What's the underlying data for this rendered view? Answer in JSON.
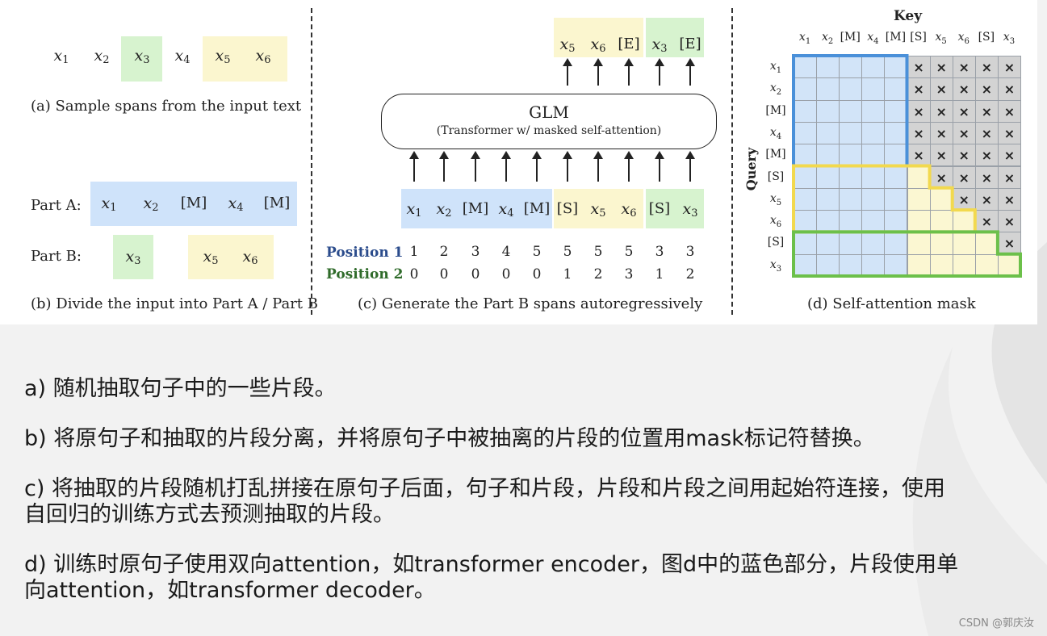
{
  "panel_a": {
    "tokens": [
      {
        "base": "x",
        "sub": "1",
        "hl": ""
      },
      {
        "base": "x",
        "sub": "2",
        "hl": ""
      },
      {
        "base": "x",
        "sub": "3",
        "hl": "green"
      },
      {
        "base": "x",
        "sub": "4",
        "hl": ""
      },
      {
        "base": "x",
        "sub": "5",
        "hl": "yellow"
      },
      {
        "base": "x",
        "sub": "6",
        "hl": "yellow"
      }
    ],
    "caption": "(a)  Sample spans from the input text"
  },
  "panel_b": {
    "part_a_label": "Part A:",
    "part_b_label": "Part B:",
    "part_a_tokens": [
      "x1",
      "x2",
      "[M]",
      "x4",
      "[M]"
    ],
    "part_b_tokens_green": [
      "x3"
    ],
    "part_b_tokens_yellow": [
      "x5",
      "x6"
    ],
    "caption": "(b)  Divide the input into Part A / Part B"
  },
  "panel_c": {
    "glm_title": "GLM",
    "glm_subtitle": "(Transformer w/ masked self-attention)",
    "output_tokens": [
      {
        "t": "x5",
        "hl": "yellow"
      },
      {
        "t": "x6",
        "hl": "yellow"
      },
      {
        "t": "[E]",
        "hl": "yellow"
      },
      {
        "t": "x3",
        "hl": "green"
      },
      {
        "t": "[E]",
        "hl": "green"
      }
    ],
    "input_tokens": [
      {
        "t": "x1",
        "hl": "blue"
      },
      {
        "t": "x2",
        "hl": "blue"
      },
      {
        "t": "[M]",
        "hl": "blue"
      },
      {
        "t": "x4",
        "hl": "blue"
      },
      {
        "t": "[M]",
        "hl": "blue"
      },
      {
        "t": "[S]",
        "hl": "yellow"
      },
      {
        "t": "x5",
        "hl": "yellow"
      },
      {
        "t": "x6",
        "hl": "yellow"
      },
      {
        "t": "[S]",
        "hl": "green"
      },
      {
        "t": "x3",
        "hl": "green"
      }
    ],
    "position1_label": "Position 1",
    "position2_label": "Position 2",
    "position1_color": "#2b4c8c",
    "position2_color": "#2f6b2a",
    "position1": [
      "1",
      "2",
      "3",
      "4",
      "5",
      "5",
      "5",
      "5",
      "3",
      "3"
    ],
    "position2": [
      "0",
      "0",
      "0",
      "0",
      "0",
      "1",
      "2",
      "3",
      "1",
      "2"
    ],
    "caption": "(c)  Generate the Part B spans autoregressively"
  },
  "panel_d": {
    "key_label": "Key",
    "query_label": "Query",
    "labels": [
      "x1",
      "x2",
      "[M]",
      "x4",
      "[M]",
      "[S]",
      "x5",
      "x6",
      "[S]",
      "x3"
    ],
    "mask_symbol": "×",
    "caption": "(d)  Self-attention mask",
    "colors": {
      "blue": "#4a90d9",
      "yellow": "#f2d94e",
      "green": "#6cc04a"
    }
  },
  "explanations": [
    "a) 随机抽取句子中的一些片段。",
    "b) 将原句子和抽取的片段分离，并将原句子中被抽离的片段的位置用mask标记符替换。",
    "c) 将抽取的片段随机打乱拼接在原句子后面，句子和片段，片段和片段之间用起始符连接，使用自回归的训练方式去预测抽取的片段。",
    "d) 训练时原句子使用双向attention，如transformer encoder，图d中的蓝色部分，片段使用单向attention，如transformer decoder。"
  ],
  "watermark": "CSDN @郭庆汝"
}
